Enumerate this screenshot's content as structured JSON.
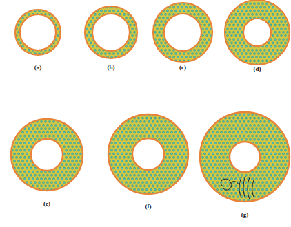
{
  "diagram": {
    "labels": [
      "(a)",
      "(b)",
      "(c)",
      "(d)",
      "(e)",
      "(f)",
      "(g)"
    ]
  }
}
